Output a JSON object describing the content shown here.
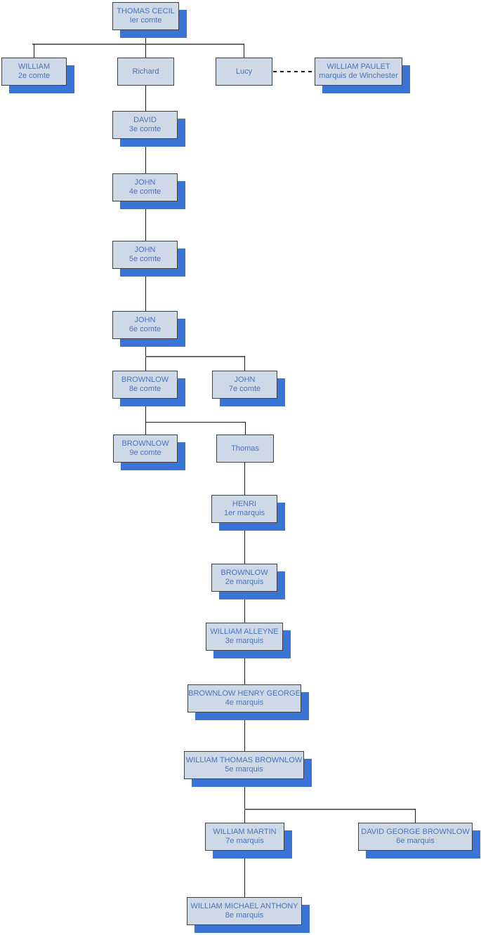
{
  "diagram": {
    "type": "family-tree",
    "description": "Genealogy chart of the comtes and marquis of Exeter (Cecil family)",
    "nodes": [
      {
        "name": "THOMAS CECIL",
        "title": "Ier comte"
      },
      {
        "name": "WILLIAM",
        "title": "2e comte"
      },
      {
        "name": "Richard",
        "title": ""
      },
      {
        "name": "Lucy",
        "title": ""
      },
      {
        "name": "WILLIAM PAULET",
        "title": "marquis de Winchester"
      },
      {
        "name": "DAVID",
        "title": "3e comte"
      },
      {
        "name": "JOHN",
        "title": "4e comte"
      },
      {
        "name": "JOHN",
        "title": "5e comte"
      },
      {
        "name": "JOHN",
        "title": "6e comte"
      },
      {
        "name": "BROWNLOW",
        "title": "8e comte"
      },
      {
        "name": "JOHN",
        "title": "7e comte"
      },
      {
        "name": "BROWNLOW",
        "title": "9e comte"
      },
      {
        "name": "Thomas",
        "title": ""
      },
      {
        "name": "HENRI",
        "title": "1er marquis"
      },
      {
        "name": "BROWNLOW",
        "title": "2e marquis"
      },
      {
        "name": "WILLIAM ALLEYNE",
        "title": "3e marquis"
      },
      {
        "name": "BROWNLOW HENRY GEORGE",
        "title": "4e marquis"
      },
      {
        "name": "WILLIAM THOMAS BROWNLOW",
        "title": "5e marquis"
      },
      {
        "name": "WILLIAM MARTIN",
        "title": "7e marquis"
      },
      {
        "name": "DAVID GEORGE BROWNLOW",
        "title": "6e marquis"
      },
      {
        "name": "WILLIAM MICHAEL ANTHONY",
        "title": "8e marquis"
      }
    ],
    "relations": [
      "THOMAS CECIL Ier comte -> WILLIAM 2e comte, Richard, Lucy",
      "Lucy -- (marriage, dashed) -- WILLIAM PAULET marquis de Winchester",
      "Richard -> DAVID 3e comte -> JOHN 4e comte -> JOHN 5e comte -> JOHN 6e comte",
      "JOHN 6e comte -> BROWNLOW 8e comte, JOHN 7e comte",
      "BROWNLOW 8e comte -> BROWNLOW 9e comte, Thomas",
      "Thomas -> HENRI 1er marquis -> BROWNLOW 2e marquis -> WILLIAM ALLEYNE 3e marquis -> BROWNLOW HENRY GEORGE 4e marquis -> WILLIAM THOMAS BROWNLOW 5e marquis",
      "WILLIAM THOMAS BROWNLOW 5e marquis -> WILLIAM MARTIN 7e marquis, DAVID GEORGE BROWNLOW 6e marquis",
      "WILLIAM MARTIN 7e marquis -> WILLIAM MICHAEL ANTHONY 8e marquis"
    ],
    "colors": {
      "node_fill": "#cdd9e7",
      "node_border": "#404040",
      "node_text": "#4a72bc",
      "node_shadow": "#3a74d6",
      "connector_black": "#1a1a1a",
      "connector_gray": "#6b6b6b",
      "background": "#ffffff"
    }
  }
}
